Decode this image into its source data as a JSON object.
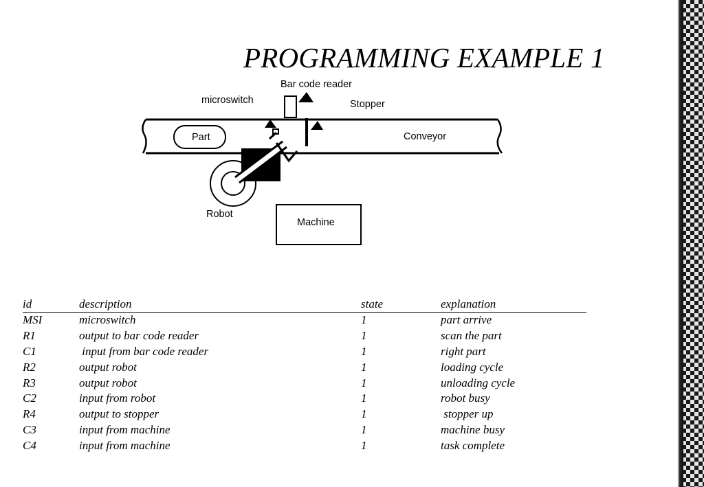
{
  "title": "PROGRAMMING EXAMPLE 1",
  "diagram": {
    "labels": {
      "bar_code_reader": "Bar code reader",
      "microswitch": "microswitch",
      "stopper": "Stopper",
      "part": "Part",
      "conveyor": "Conveyor",
      "robot": "Robot",
      "machine": "Machine"
    }
  },
  "table": {
    "headers": {
      "id": "id",
      "description": "description",
      "state": "state",
      "explanation": "explanation"
    },
    "rows": [
      {
        "id": "MSI",
        "description": "microswitch",
        "state": "1",
        "explanation": "part arrive"
      },
      {
        "id": "R1",
        "description": "output to bar code reader",
        "state": "1",
        "explanation": "scan the part"
      },
      {
        "id": "C1",
        "description": " input from bar code reader",
        "state": "1",
        "explanation": "right part"
      },
      {
        "id": "R2",
        "description": "output robot",
        "state": "1",
        "explanation": "loading cycle"
      },
      {
        "id": "R3",
        "description": "output robot",
        "state": "1",
        "explanation": "unloading cycle"
      },
      {
        "id": "C2",
        "description": "input from robot",
        "state": "1",
        "explanation": "robot busy"
      },
      {
        "id": "R4",
        "description": "output to stopper",
        "state": "1",
        "explanation": " stopper up"
      },
      {
        "id": "C3",
        "description": "input from machine",
        "state": "1",
        "explanation": "machine busy"
      },
      {
        "id": "C4",
        "description": "input from machine",
        "state": "1",
        "explanation": "task complete"
      }
    ]
  }
}
